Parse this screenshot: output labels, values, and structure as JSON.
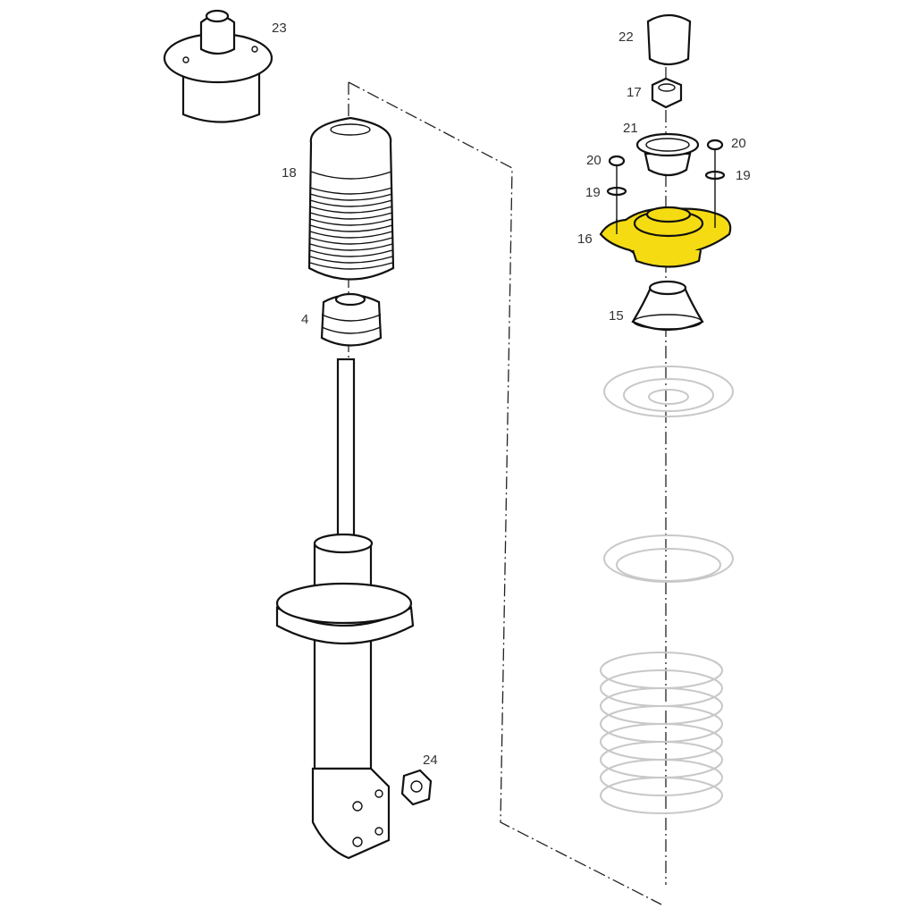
{
  "title": "Front strut assembly exploded view",
  "highlight_color": "#f5dc12",
  "labels": {
    "p23": "23",
    "p18": "18",
    "p4": "4",
    "p24": "24",
    "p22": "22",
    "p17": "17",
    "p21": "21",
    "p20a": "20",
    "p20b": "20",
    "p19a": "19",
    "p19b": "19",
    "p16": "16",
    "p15": "15"
  },
  "highlighted_part": "16"
}
